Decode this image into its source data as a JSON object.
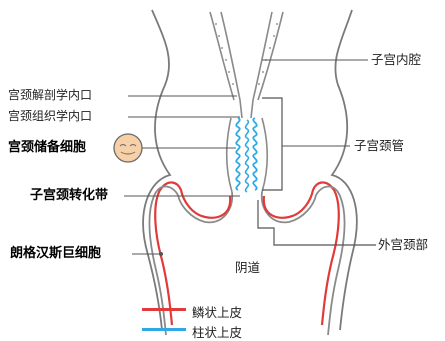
{
  "labels": {
    "uterine_cavity": "子宫内腔",
    "anatomical_internal_os": "宫颈解剖学内口",
    "histological_internal_os": "宫颈组织学内口",
    "reserve_cell": "宫颈储备细胞",
    "cervical_canal": "子宫颈管",
    "transformation_zone": "子宫颈转化带",
    "ectocervix": "外宫颈部",
    "nabothian_cell": "朗格汉斯巨细胞",
    "vagina": "阴道"
  },
  "legend": [
    {
      "label": "鳞状上皮",
      "color": "#e03a3a"
    },
    {
      "label": "柱状上皮",
      "color": "#2fa9e6"
    }
  ],
  "colors": {
    "outline": "#7a7a7a",
    "squamous": "#e03a3a",
    "columnar": "#2fa9e6",
    "reserve_cell_fill": "#f7d0a7"
  }
}
